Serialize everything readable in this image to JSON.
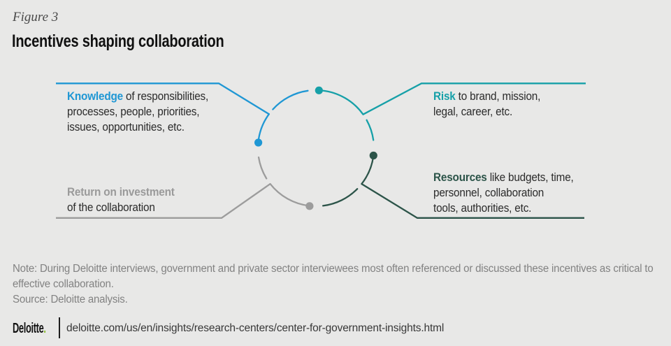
{
  "figure_label": "Figure 3",
  "title": "Incentives shaping collaboration",
  "callouts": {
    "knowledge": {
      "lead": "Knowledge",
      "line1rest": " of responsibilities,",
      "line2": "processes, people, priorities,",
      "line3": "issues, opportunities, etc."
    },
    "risk": {
      "lead": "Risk",
      "line1rest": " to brand, mission,",
      "line2": "legal, career, etc."
    },
    "roi": {
      "lead": "Return on investment",
      "line2": "of the collaboration"
    },
    "resources": {
      "lead": "Resources",
      "line1rest": " like budgets, time,",
      "line2": "personnel, collaboration",
      "line3": "tools, authorities, etc."
    }
  },
  "note": {
    "lines": [
      "Note: During Deloitte interviews, government and private sector interviewees most often referenced or discussed these incentives as critical to",
      "effective collaboration."
    ]
  },
  "source": "Source: Deloitte analysis.",
  "footer": {
    "brand": "Deloitte",
    "brand_period": ".",
    "url": "deloitte.com/us/en/insights/research-centers/center-for-government-insights.html"
  },
  "colors": {
    "background": "#e8e8e7",
    "knowledge_blue": "#1f97d4",
    "risk_teal": "#16a0a8",
    "resources_green": "#2c5449",
    "roi_gray": "#9c9c9c",
    "text_dark": "#2b2b2b",
    "note_gray": "#828282",
    "deloitte_green": "#86bc25"
  }
}
